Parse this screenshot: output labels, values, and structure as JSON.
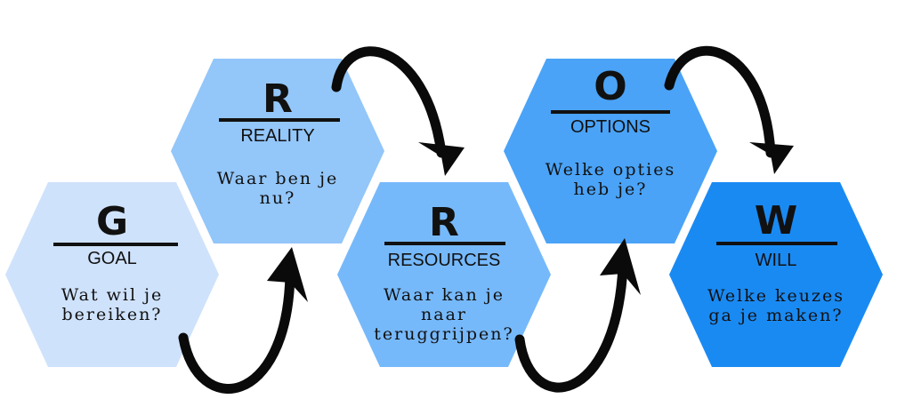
{
  "colors": {
    "goal": "#cfe2fb",
    "reality": "#93c6f9",
    "resources": "#76b9fb",
    "options": "#4aa3f7",
    "will": "#1a8af3",
    "arrow": "#0a0a0a"
  },
  "steps": [
    {
      "letter": "G",
      "word": "GOAL",
      "question": "Wat wil je\nbereiken?"
    },
    {
      "letter": "R",
      "word": "REALITY",
      "question": "Waar ben je\nnu?"
    },
    {
      "letter": "R",
      "word": "RESOURCES",
      "question": "Waar kan je\nnaar\nteruggrijpen?"
    },
    {
      "letter": "O",
      "word": "OPTIONS",
      "question": "Welke opties\nheb je?"
    },
    {
      "letter": "W",
      "word": "WILL",
      "question": "Welke keuzes\nga je maken?"
    }
  ]
}
